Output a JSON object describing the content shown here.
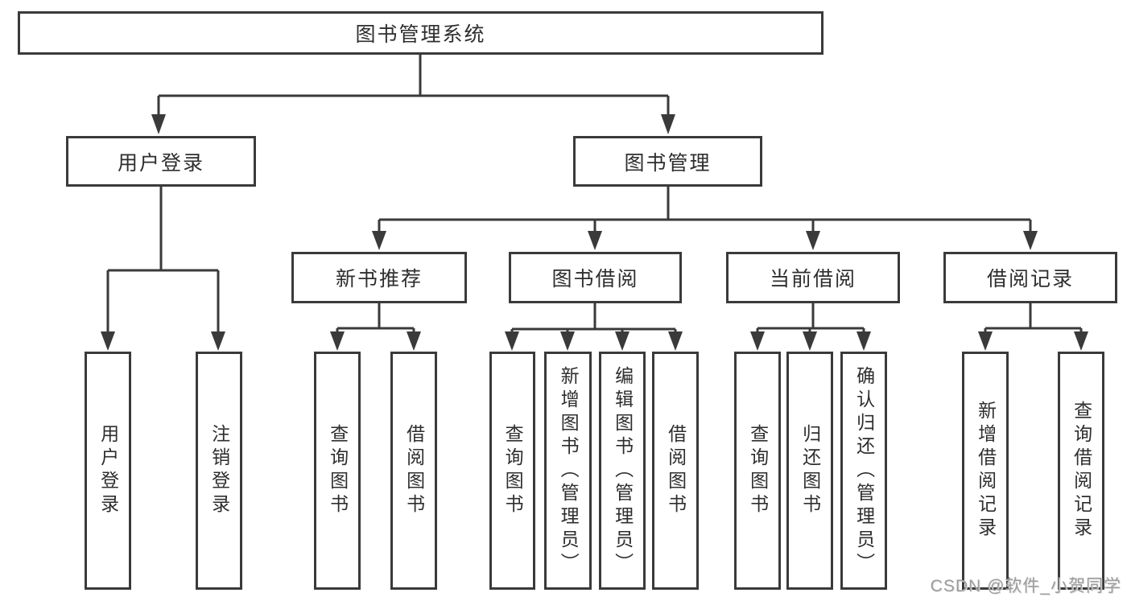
{
  "watermark": "CSDN @软件_小贺同学",
  "colors": {
    "line": "#3a3a3a",
    "text": "#2e2e2e",
    "watermark": "#9c9c9c",
    "background": "#ffffff"
  },
  "tree": {
    "label": "图书管理系统",
    "children": [
      {
        "label": "用户登录",
        "children": [
          {
            "label": "用户登录"
          },
          {
            "label": "注销登录"
          }
        ]
      },
      {
        "label": "图书管理",
        "children": [
          {
            "label": "新书推荐",
            "children": [
              {
                "label": "查询图书"
              },
              {
                "label": "借阅图书"
              }
            ]
          },
          {
            "label": "图书借阅",
            "children": [
              {
                "label": "查询图书"
              },
              {
                "label": "新增图书（管理员）"
              },
              {
                "label": "编辑图书（管理员）"
              },
              {
                "label": "借阅图书"
              }
            ]
          },
          {
            "label": "当前借阅",
            "children": [
              {
                "label": "查询图书"
              },
              {
                "label": "归还图书"
              },
              {
                "label": "确认归还（管理员）"
              }
            ]
          },
          {
            "label": "借阅记录",
            "children": [
              {
                "label": "新增借阅记录"
              },
              {
                "label": "查询借阅记录"
              }
            ]
          }
        ]
      }
    ]
  }
}
